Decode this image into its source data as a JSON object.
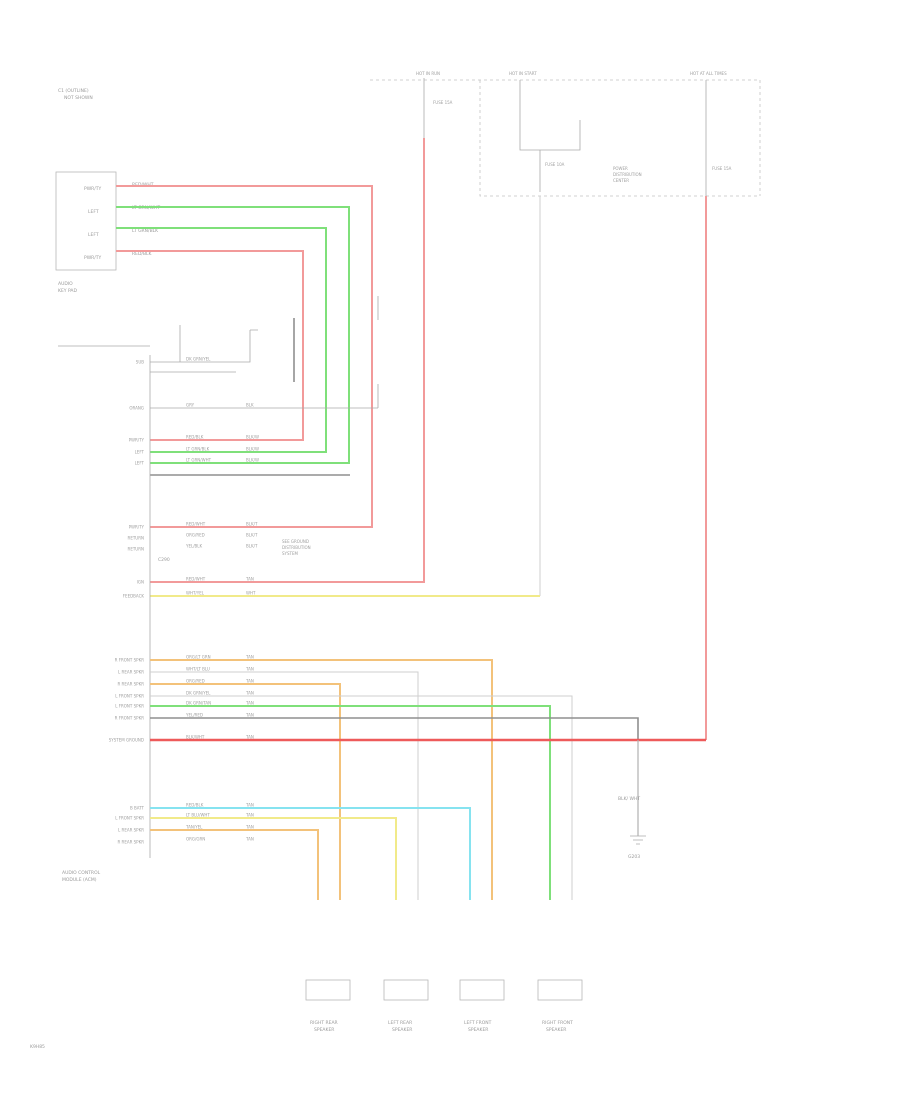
{
  "diagram": {
    "note_top": [
      "C1 (OUTLINE)",
      "NOT SHOWN"
    ],
    "footer_code": "K9H85",
    "connector_ref": "C290"
  },
  "keypad": {
    "pins": [
      "PWR/TY",
      "LEFT",
      "LEFT",
      "PWR/TY"
    ],
    "wires": [
      "RED/WHT",
      "LT GRN/WHT",
      "LT GRN/BLK",
      "RED/BLK"
    ],
    "caption": [
      "AUDIO",
      "KEY PAD"
    ]
  },
  "fuses": {
    "hot1": "HOT IN RUN",
    "fuse1": "FUSE 15A",
    "hot2": "HOT IN START",
    "hot3": "HOT AT ALL TIMES",
    "fuse2": "FUSE 10A",
    "fuse3": "FUSE 15A",
    "panel": [
      "POWER",
      "DISTRIBUTION",
      "CENTER"
    ],
    "note": [
      "SEE GROUND",
      "DISTRIBUTION",
      "SYSTEM"
    ]
  },
  "module": {
    "caption": [
      "AUDIO CONTROL",
      "MODULE (ACM)"
    ],
    "pins": [
      {
        "label": "SUB",
        "wire": "DK GRN/YEL",
        "code": ""
      },
      {
        "label": "ORANG",
        "wire": "GRY",
        "code": "BLK"
      },
      {
        "label": "PWR/TY",
        "wire": "RED/BLK",
        "code": "BLK/W"
      },
      {
        "label": "LEFT",
        "wire": "LT GRN/BLK",
        "code": "BLK/W"
      },
      {
        "label": "LEFT",
        "wire": "LT GRN/WHT",
        "code": "BLK/W"
      },
      {
        "label": "PWR/TY",
        "wire": "RED/WHT",
        "code": "BLK/T"
      },
      {
        "label": "RETURN",
        "wire": "ORG/RED",
        "code": "BLK/T"
      },
      {
        "label": "RETURN",
        "wire": "YEL/BLK",
        "code": "BLK/T"
      },
      {
        "label": "IGN",
        "wire": "RED/WHT",
        "code": "TAN"
      },
      {
        "label": "FEEDBACK",
        "wire": "WHT/YEL",
        "code": "WHT"
      },
      {
        "label": "R FRONT SPKR",
        "wire": "ORG/LT GRN",
        "code": "TAN"
      },
      {
        "label": "L REAR SPKR",
        "wire": "WHT/LT BLU",
        "code": "TAN"
      },
      {
        "label": "R REAR SPKR",
        "wire": "ORG/RED",
        "code": "TAN"
      },
      {
        "label": "L FRONT SPKR",
        "wire": "DK GRN/YEL",
        "code": "TAN"
      },
      {
        "label": "L FRONT SPKR",
        "wire": "DK GRN/TAN",
        "code": "TAN"
      },
      {
        "label": "R FRONT SPKR",
        "wire": "YEL/RED",
        "code": "TAN"
      },
      {
        "label": "SYSTEM GROUND",
        "wire": "BLK/WHT",
        "code": "TAN"
      },
      {
        "label": "B BATT",
        "wire": "RED/BLK",
        "code": "TAN"
      },
      {
        "label": "L FRONT SPKR",
        "wire": "LT BLU/WHT",
        "code": "TAN"
      },
      {
        "label": "L REAR SPKR",
        "wire": "TAN/YEL",
        "code": "TAN"
      },
      {
        "label": "R REAR SPKR",
        "wire": "ORG/GRN",
        "code": "TAN"
      }
    ]
  },
  "ground": {
    "labels": [
      "BLK/ WHT",
      "G203"
    ]
  },
  "speakers": [
    {
      "name": [
        "RIGHT REAR",
        "SPEAKER"
      ]
    },
    {
      "name": [
        "LEFT REAR",
        "SPEAKER"
      ]
    },
    {
      "name": [
        "LEFT FRONT",
        "SPEAKER"
      ]
    },
    {
      "name": [
        "RIGHT FRONT",
        "SPEAKER"
      ]
    }
  ]
}
